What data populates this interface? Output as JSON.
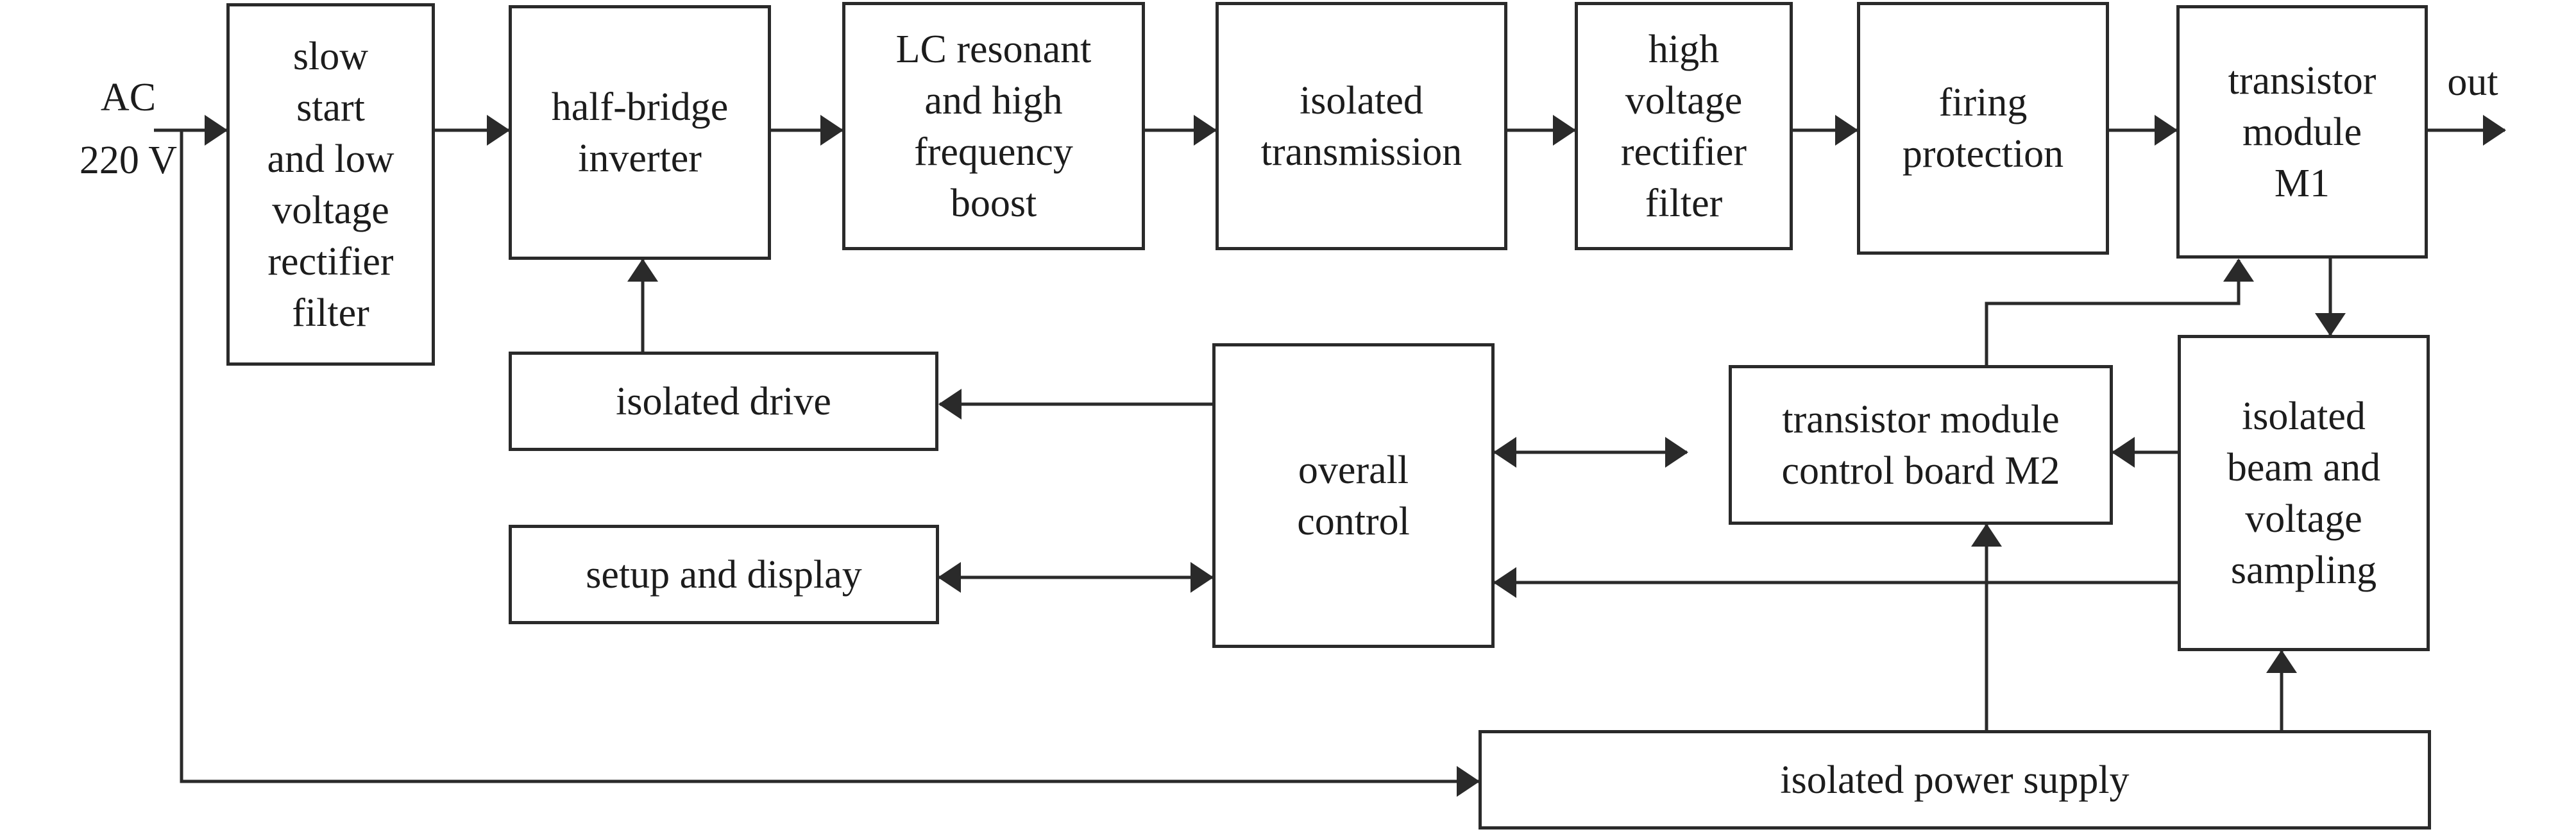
{
  "diagram": {
    "title": "high-voltage power supply block diagram",
    "colors": {
      "line": "#2a2a2a",
      "text": "#1c1c1c",
      "background": "#ffffff"
    },
    "input_label": {
      "line1": "AC",
      "line2": "220 V"
    },
    "output_label": "out",
    "boxes": [
      {
        "id": "slow-start",
        "lines": [
          "slow",
          "start",
          "and low",
          "voltage",
          "rectifier",
          "filter"
        ]
      },
      {
        "id": "half-bridge",
        "lines": [
          "half-bridge",
          "inverter"
        ]
      },
      {
        "id": "lc-resonant",
        "lines": [
          "LC resonant",
          "and high",
          "frequency",
          "boost"
        ]
      },
      {
        "id": "isolated-transmission",
        "lines": [
          "isolated",
          "transmission"
        ]
      },
      {
        "id": "hv-rectifier",
        "lines": [
          "high",
          "voltage",
          "rectifier",
          "filter"
        ]
      },
      {
        "id": "firing-protection",
        "lines": [
          "firing",
          "protection"
        ]
      },
      {
        "id": "transistor-m1",
        "lines": [
          "transistor",
          "module",
          "M1"
        ]
      },
      {
        "id": "isolated-drive",
        "lines": [
          "isolated drive"
        ]
      },
      {
        "id": "setup-display",
        "lines": [
          "setup and display"
        ]
      },
      {
        "id": "overall-control",
        "lines": [
          "overall",
          "control"
        ]
      },
      {
        "id": "transistor-m2",
        "lines": [
          "transistor module",
          "control board M2"
        ]
      },
      {
        "id": "beam-sampling",
        "lines": [
          "isolated",
          "beam and",
          "voltage",
          "sampling"
        ]
      },
      {
        "id": "power-supply",
        "lines": [
          "isolated power supply"
        ]
      }
    ],
    "connectors": [
      "ac-input",
      "slowstart-to-inverter",
      "inverter-to-lc",
      "lc-to-transmission",
      "transmission-to-hvrect",
      "hvrect-to-firing",
      "firing-to-m1",
      "m1-to-out",
      "ac-to-powersupply",
      "drive-to-inverter",
      "control-to-drive",
      "setup-control-bidir",
      "control-m2-bidir",
      "beam-to-m2",
      "beam-to-control",
      "m2-to-m1",
      "m1-to-beam",
      "power-to-m2",
      "power-to-beam"
    ]
  }
}
